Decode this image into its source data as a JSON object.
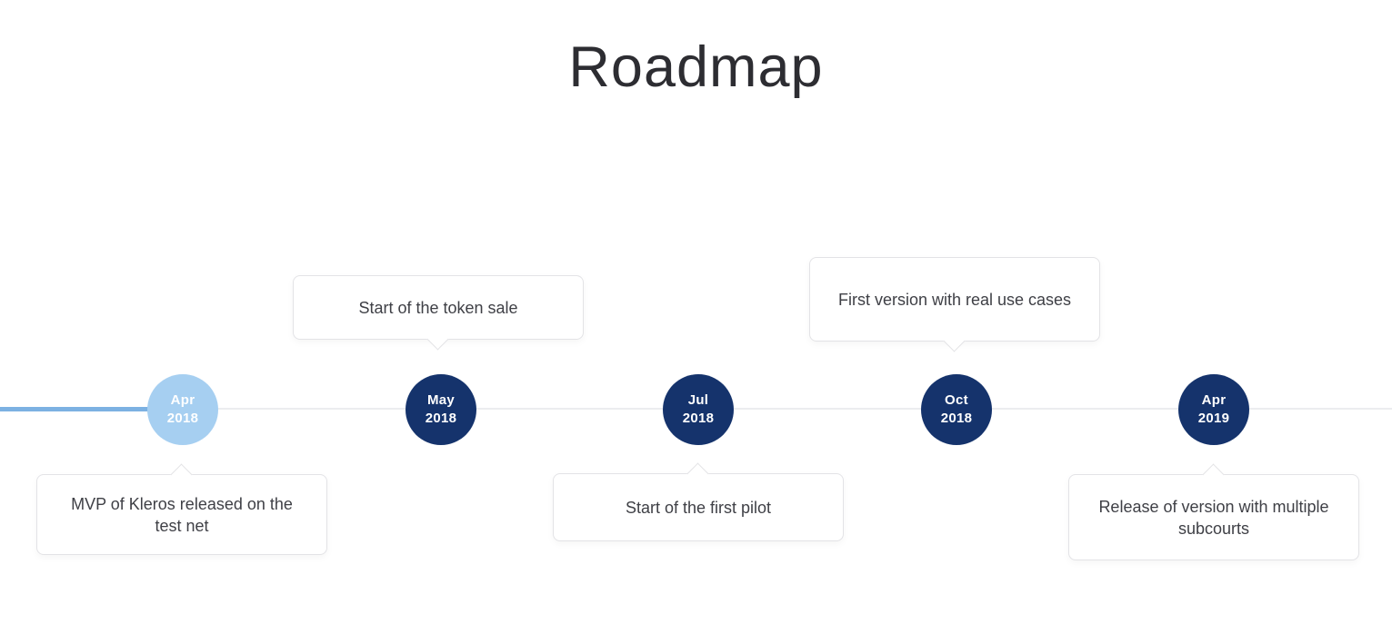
{
  "page": {
    "title": "Roadmap"
  },
  "timeline": {
    "milestones": [
      {
        "month": "Apr",
        "year": "2018",
        "label": "MVP of Kleros released on the test net",
        "callout_position": "below",
        "node_color": "#a6cff1",
        "highlighted": true
      },
      {
        "month": "May",
        "year": "2018",
        "label": "Start of the token sale",
        "callout_position": "above",
        "node_color": "#15336c",
        "highlighted": false
      },
      {
        "month": "Jul",
        "year": "2018",
        "label": "Start of the first pilot",
        "callout_position": "below",
        "node_color": "#15336c",
        "highlighted": false
      },
      {
        "month": "Oct",
        "year": "2018",
        "label": "First version with real use cases",
        "callout_position": "above",
        "node_color": "#15336c",
        "highlighted": false
      },
      {
        "month": "Apr",
        "year": "2019",
        "label": "Release of version with multiple subcourts",
        "callout_position": "below",
        "node_color": "#15336c",
        "highlighted": false
      }
    ]
  },
  "colors": {
    "navy_node": "#15336c",
    "light_blue_node": "#a6cff1",
    "progress_line": "#7cb1e2",
    "track_line": "#ecedef",
    "callout_border": "#e3e3e6",
    "callout_text": "#3f4046",
    "title_text": "#2d2d32",
    "background": "#ffffff"
  }
}
